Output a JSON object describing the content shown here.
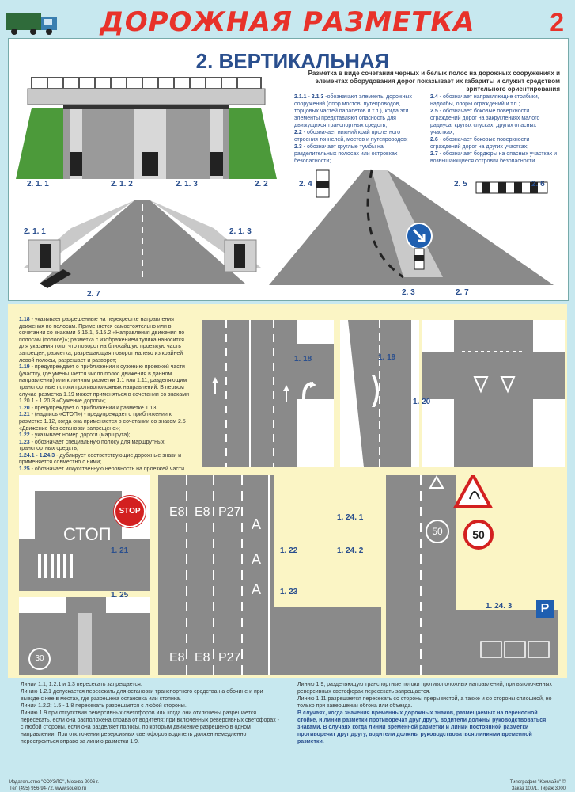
{
  "header": {
    "title": "ДОРОЖНАЯ РАЗМЕТКА",
    "page_number": "2"
  },
  "section": {
    "title": "2. ВЕРТИКАЛЬНАЯ",
    "intro": "Разметка в виде сочетания черных и белых полос на дорожных сооружениях и элементах оборудования дорог показывает их габариты и служит средством зрительного ориентирования",
    "desc_left": [
      {
        "code": "2.1.1 - 2.1.3",
        "text": " -обозначают элементы дорожных сооружений (опор мостов, путепроводов, торцовых частей парапетов и т.п.), когда эти элементы представляют опасность для движущихся транспортных средств;"
      },
      {
        "code": "2.2",
        "text": " - обозначает нижний край пролетного строения тоннелей, мостов и путепроводов;"
      },
      {
        "code": "2.3",
        "text": " - обозначает круглые тумбы на разделительных полосах или островках безопасности;"
      }
    ],
    "desc_right": [
      {
        "code": "2.4",
        "text": " - обозначает направляющие столбики, надолбы, опоры ограждений и т.п.;"
      },
      {
        "code": "2.5",
        "text": " - обозначает боковые поверхности ограждений дорог на закруглениях малого радиуса, крутых спусках, других опасных участках;"
      },
      {
        "code": "2.6",
        "text": " - обозначает боковые поверхности ограждений дорог на других участках;"
      },
      {
        "code": "2.7",
        "text": " - обозначает бордюры на опасных участках и возвышающиеся островки безопасности."
      }
    ],
    "labels": {
      "l211": "2. 1. 1",
      "l212": "2. 1. 2",
      "l213": "2. 1. 3",
      "l22": "2. 2",
      "l24": "2. 4",
      "l25": "2. 5",
      "l26": "2. 6",
      "l211b": "2. 1. 1",
      "l213b": "2. 1. 3",
      "l27a": "2. 7",
      "l23": "2. 3",
      "l27b": "2. 7"
    }
  },
  "middle": {
    "paragraphs": [
      {
        "code": "1.18",
        "text": " - указывает разрешенные на перекрестке направления движения по полосам. Применяется самостоятельно или в сочетании со знаками 5.15.1, 5.15.2 «Направления движения по полосам (полосе)»; разметка с изображением тупика наносится для указания того, что поворот на ближайшую проезжую часть запрещен; разметка, разрешающая поворот налево из крайней левой полосы, разрешает и разворот;"
      },
      {
        "code": "1.19",
        "text": " - предупреждает о приближении к сужению проезжей части (участку, где уменьшается число полос движения в данном направлении) или к линиям разметки 1.1 или 1.11, разделяющим транспортные потоки противоположных направлений. В первом случае разметка 1.19 может применяться в сочетании со знаками 1.20.1 - 1.20.3 «Сужение дороги»;"
      },
      {
        "code": "1.20",
        "text": " - предупреждает о приближении к разметке 1.13;"
      },
      {
        "code": "1.21",
        "text": " - (надпись «СТОП») - предупреждает о приближении к разметке 1.12, когда она применяется в сочетании со знаком 2.5 «Движение без остановки запрещено»;"
      },
      {
        "code": "1.22",
        "text": " - указывает номер дороги (маршрута);"
      },
      {
        "code": "1.23",
        "text": " - обозначает специальную полосу для маршрутных транспортных средств;"
      },
      {
        "code": "1.24.1 - 1.24.3",
        "text": " - дублирует соответствующие дорожные знаки и применяется совместно с ними;"
      },
      {
        "code": "1.25",
        "text": " - обозначает искусственную неровность на проезжей части."
      }
    ],
    "labels": {
      "l118": "1. 18",
      "l119": "1. 19",
      "l120": "1. 20"
    }
  },
  "lower": {
    "labels": {
      "l121": "1. 21",
      "l125": "1. 25",
      "l122": "1. 22",
      "l123": "1. 23",
      "l1241": "1. 24. 1",
      "l1242": "1. 24. 2",
      "l1243": "1. 24. 3"
    },
    "stop_word": "СТОП",
    "stop_sign": "STOP",
    "route_top": [
      "E8",
      "E8",
      "P27"
    ],
    "route_bottom": [
      "E8",
      "E8",
      "P27"
    ],
    "bus_letter": "A",
    "speed_marking": "50",
    "speed_sign": "50",
    "speed_small": "30",
    "parking": "P"
  },
  "bottom": {
    "left": [
      "Линии 1.1; 1.2.1 и 1.3 пересекать запрещается.",
      "Линию 1.2.1 допускается пересекать для остановки транспортного средства на обочине и при выезде с нее в местах, где разрешена остановка или стоянка.",
      "Линии 1.2.2; 1.5 - 1.8 пересекать разрешается с любой стороны.",
      "Линию 1.9 при отсутствии реверсивных светофоров или когда они отключены разрешается пересекать, если она расположена справа от водителя; при включенных реверсивных светофорах - с любой стороны, если она разделяет полосы, по которым движение разрешено в одном направлении. При отключении реверсивных светофоров водитель должен немедленно перестроиться вправо за линию разметки 1.9."
    ],
    "right": [
      "Линию 1.9, разделяющую транспортные потоки противоположных направлений, при выключенных реверсивных светофорах пересекать запрещается.",
      "Линию 1.11 разрешается пересекать со стороны прерывистой, а также и со стороны сплошной, но только при завершении обгона или объезда.",
      "В случаях, когда значения временных дорожных знаков, размещаемых на переносной стойке, и линии разметки противоречат друг другу, водители должны руководствоваться знаками. В случаях когда линии временной разметки и линии постоянной разметки противоречат друг другу, водители должны руководствоваться линиями временной разметки."
    ]
  },
  "footer": {
    "left1": "Издательство \"СОУЭЛО\", Москва 2006 г.",
    "left2": "Тел (495) 956-94-72, www.souelo.ru",
    "right1": "Типография \"Комлайн\" ©",
    "right2": "Заказ 100/1. Тираж 3000"
  }
}
